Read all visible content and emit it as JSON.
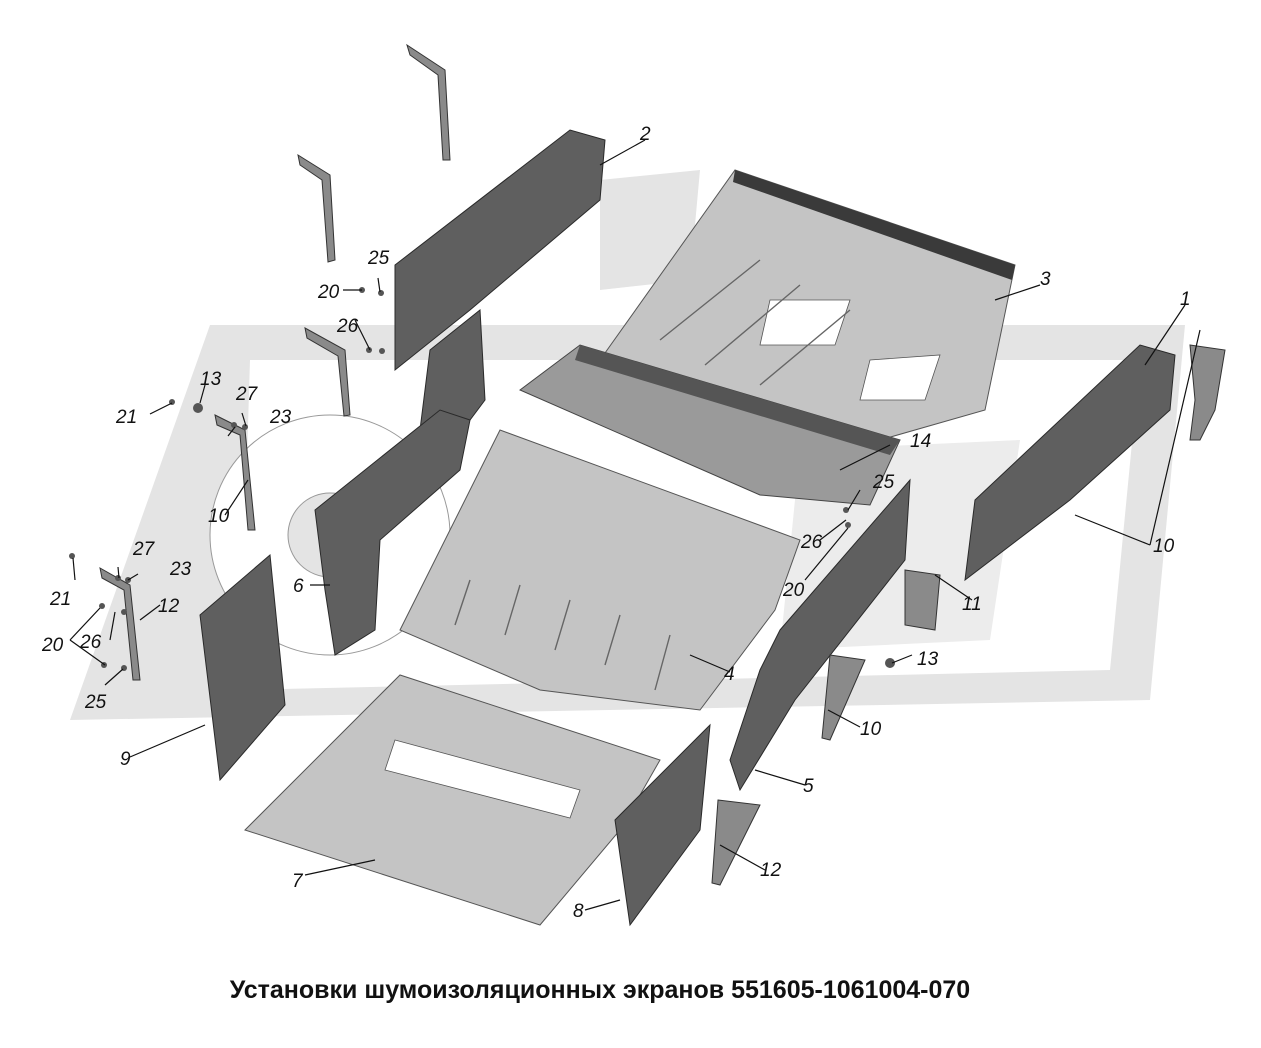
{
  "title": "Установки шумоизоляционных экранов 551605-1061004-070",
  "colors": {
    "background": "#ffffff",
    "watermark": "#e4e4e4",
    "dark_panel": "#5f5f5f",
    "mid_panel": "#9a9a9a",
    "light_panel": "#c4c4c4",
    "text": "#111111"
  },
  "callouts": [
    "1",
    "2",
    "3",
    "4",
    "5",
    "6",
    "7",
    "8",
    "9",
    "10",
    "10",
    "10",
    "10",
    "11",
    "12",
    "12",
    "13",
    "13",
    "14",
    "20",
    "20",
    "20",
    "21",
    "21",
    "23",
    "23",
    "25",
    "25",
    "25",
    "26",
    "26",
    "26",
    "27",
    "27"
  ]
}
